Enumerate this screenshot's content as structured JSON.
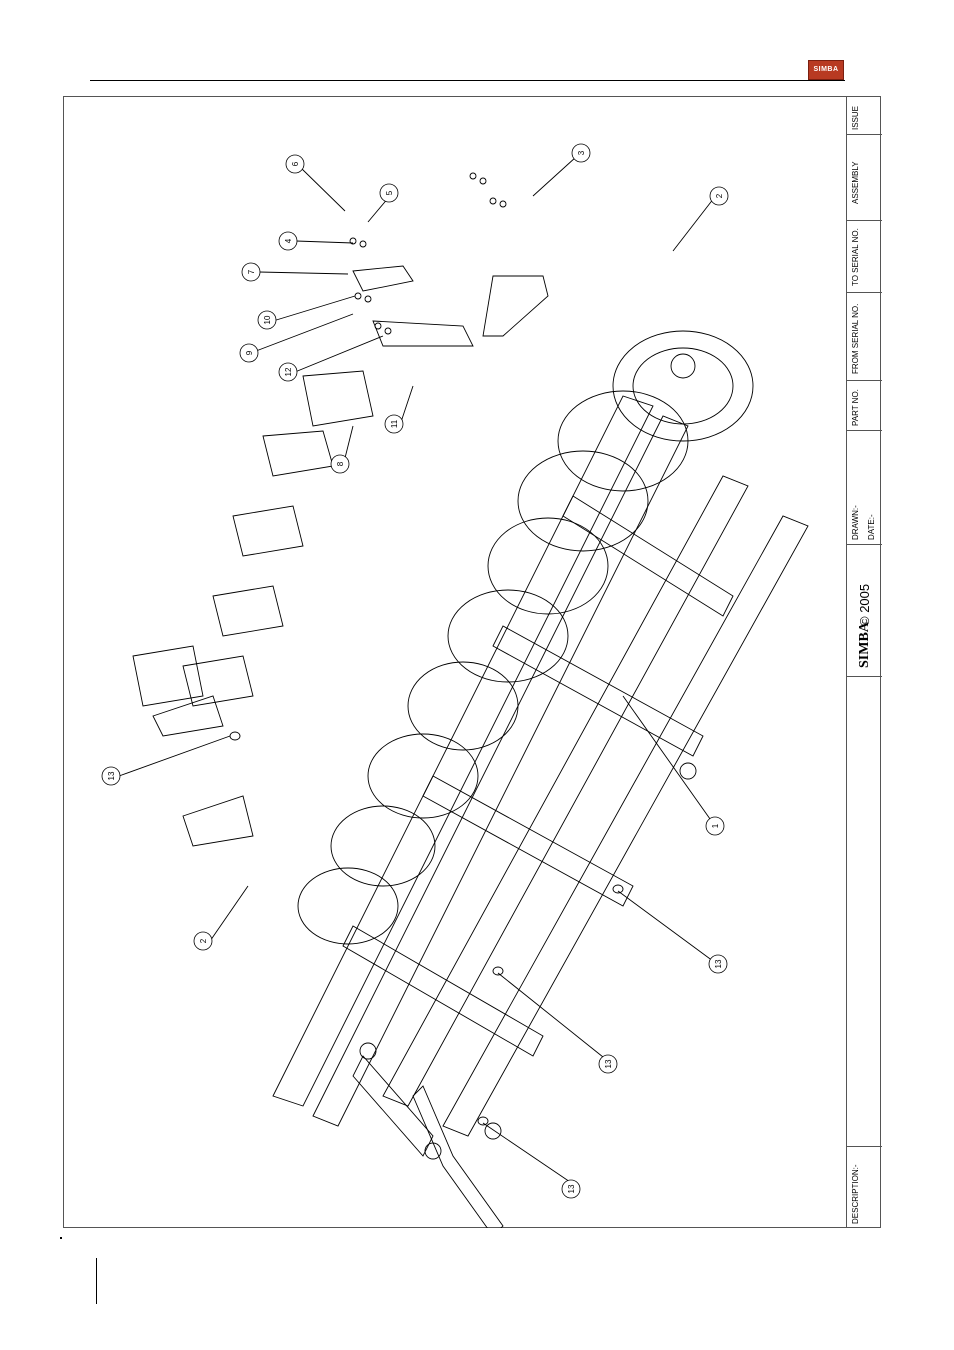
{
  "header": {
    "brand_logo": "SIMBA"
  },
  "title_block": {
    "issue": "ISSUE",
    "assembly": "ASSEMBLY",
    "to_serial": "TO SERIAL NO.",
    "from_serial": "FROM SERIAL NO.",
    "part_no": "PART NO.",
    "drawn": "DRAWN:-",
    "date": "DATE:-",
    "copyright": "© 2005",
    "brand": "SIMBA",
    "description": "DESCRIPTION:-"
  },
  "callouts": [
    "6",
    "5",
    "3",
    "2",
    "4",
    "7",
    "10",
    "9",
    "12",
    "11",
    "8",
    "13",
    "1",
    "2",
    "13",
    "13",
    "13"
  ]
}
